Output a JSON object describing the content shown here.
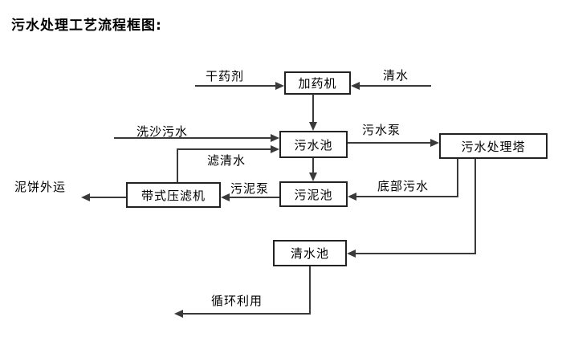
{
  "page": {
    "title": "污水处理工艺流程框图:"
  },
  "nodes": {
    "dosing_machine": "加药机",
    "sewage_pool": "污水池",
    "treatment_tower": "污水处理塔",
    "sludge_pool": "污泥池",
    "belt_filter_press": "带式压滤机",
    "clean_water_pool": "清水池"
  },
  "labels": {
    "dry_chemical": "干药剂",
    "clean_water": "清水",
    "sand_washing_sewage": "洗沙污水",
    "filtered_water": "滤清水",
    "sewage_pump": "污水泵",
    "bottom_sewage": "底部污水",
    "sludge_pump": "污泥泵",
    "mud_cake_out": "泥饼外运",
    "recycle_use": "循环利用"
  },
  "edges": [
    {
      "from": "干药剂",
      "to": "加药机"
    },
    {
      "from": "清水",
      "to": "加药机"
    },
    {
      "from": "加药机",
      "to": "污水池"
    },
    {
      "from": "洗沙污水",
      "to": "污水池"
    },
    {
      "from": "带式压滤机",
      "to": "污水池",
      "label": "滤清水"
    },
    {
      "from": "污水池",
      "to": "污水处理塔",
      "label": "污水泵"
    },
    {
      "from": "污水池",
      "to": "污泥池"
    },
    {
      "from": "污水处理塔",
      "to": "污泥池",
      "label": "底部污水"
    },
    {
      "from": "污泥池",
      "to": "带式压滤机",
      "label": "污泥泵"
    },
    {
      "from": "带式压滤机",
      "to": "泥饼外运"
    },
    {
      "from": "污水处理塔",
      "to": "清水池"
    },
    {
      "from": "清水池",
      "to": "循环利用"
    }
  ],
  "colors": {
    "line": "#3a3a3a",
    "box_border": "#222222",
    "text": "#000000",
    "background": "#ffffff"
  }
}
